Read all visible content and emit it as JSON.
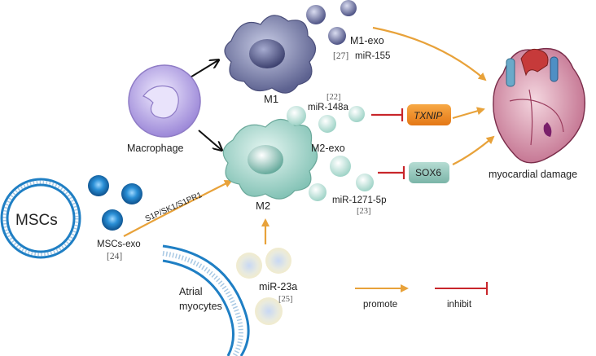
{
  "labels": {
    "m1": "M1",
    "m2": "M2",
    "macrophage": "Macrophage",
    "mscs": "MSCs",
    "mscs_exo": "MSCs-exo",
    "m1_exo": "M1-exo",
    "mir155": "miR-155",
    "mir148a": "miR-148a",
    "m2_exo": "M2-exo",
    "mir1271": "miR-1271-5p",
    "s1p": "S1P/SK1/S1PR1",
    "atrial1": "Atrial",
    "atrial2": "myocytes",
    "mir23a": "miR-23a",
    "txnip": "TXNIP",
    "sox6": "SOX6",
    "myocardial": "myocardial damage",
    "promote": "promote",
    "inhibit": "inhibit"
  },
  "refs": {
    "m1_exo": "[27]",
    "mir148a": "[22]",
    "mir1271": "[23]",
    "mscs_exo": "[24]",
    "mir23a": "[25]"
  },
  "colors": {
    "promote_arrow": "#e8a23a",
    "inhibit_line": "#c8262b",
    "black_arrow": "#111111",
    "txnip_box": "#f08a1e",
    "sox6_box": "#8fc3b8",
    "m1_cell": "#7a7fa6",
    "m2_cell": "#9fcfc6",
    "macrophage_cell": "#b8a8e0",
    "mscs_exo": "#1f7fc4",
    "heart": "#d98fa8"
  },
  "icons": [
    "macrophage-cell",
    "m1-cell",
    "m2-cell",
    "mscs-vesicle",
    "atrial-membrane",
    "heart-icon",
    "exosome-icon"
  ]
}
